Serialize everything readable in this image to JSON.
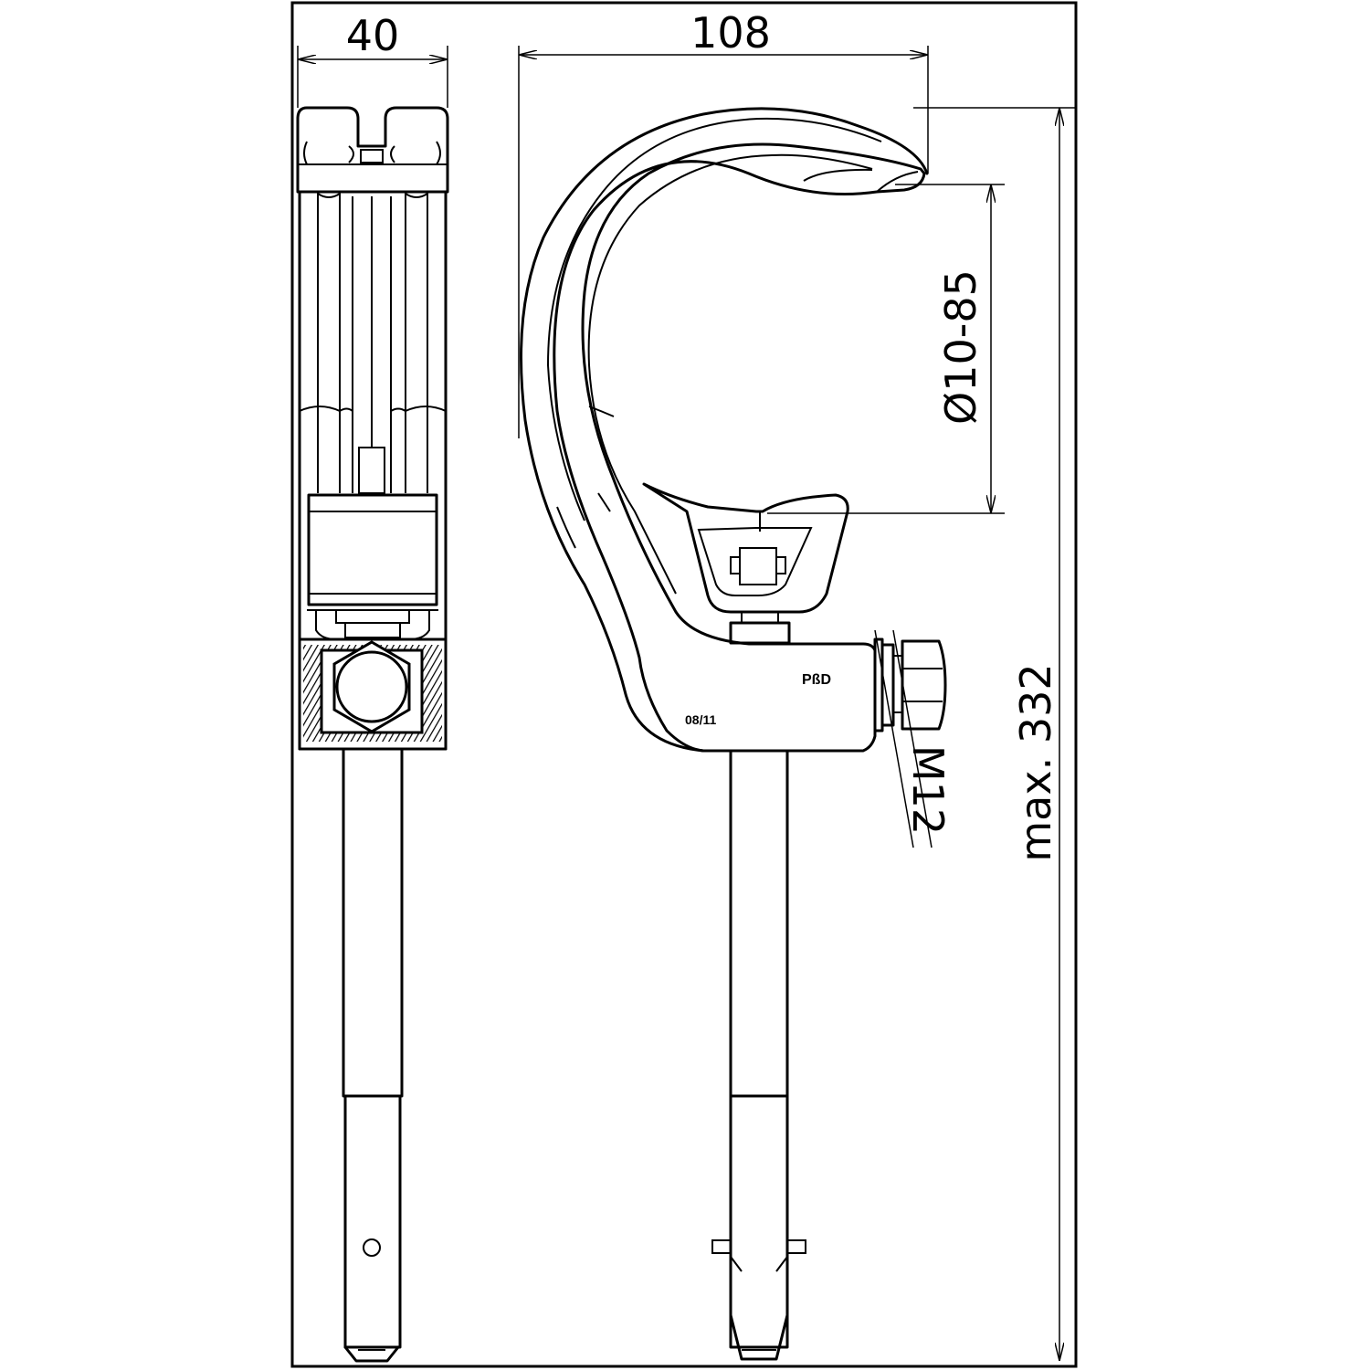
{
  "dimensions": {
    "width_front": "40",
    "width_side": "108",
    "diameter_range": "Ø10-85",
    "total_height": "max. 332",
    "thread": "M12"
  },
  "markings": {
    "manufacturer": "PßD",
    "date_code": "08/11"
  },
  "icons": [
    "arrow-icon",
    "hex-nut-icon",
    "knurled-thread-icon",
    "cross-hole-icon",
    "pin-icon"
  ]
}
